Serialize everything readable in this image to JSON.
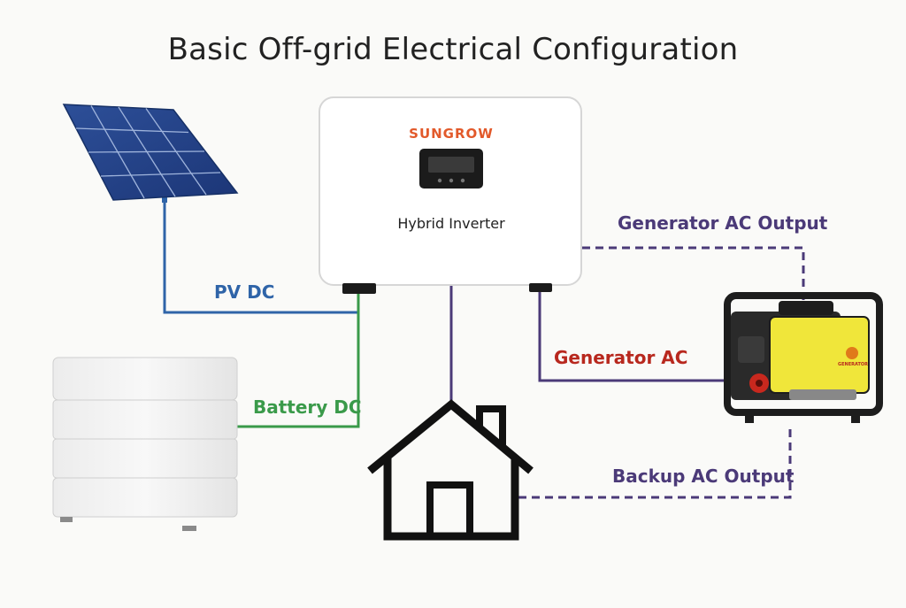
{
  "title": "Basic Off-grid Electrical Configuration",
  "inverter": {
    "brand": "SUNGROW",
    "label": "Hybrid Inverter"
  },
  "generator": {
    "badge": "GENERATOR"
  },
  "connections": {
    "pv_dc": "PV DC",
    "battery_dc": "Battery DC",
    "generator_ac": "Generator AC",
    "generator_ac_output": "Generator AC Output",
    "backup_ac_output": "Backup AC Output"
  },
  "colors": {
    "pv": "#2f64a8",
    "battery": "#3a9a4a",
    "ac": "#4b3a78",
    "generator_label": "#b8281e",
    "brand": "#e2592a",
    "generator_body": "#f0e63a"
  }
}
